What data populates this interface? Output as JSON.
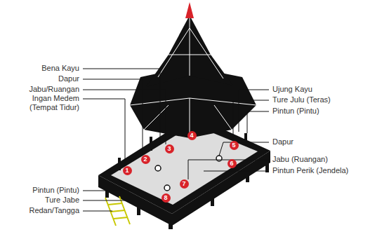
{
  "diagram": {
    "labels": [
      "Bena Kayu",
      "Dapur",
      "Jabu/Ruangan",
      "Ingan Medem (Tempat Tidur)",
      "Pintun (Pintu)",
      "Ture Jabe",
      "Redan/Tangga",
      "Ujung Kayu",
      "Ture Julu (Teras)",
      "Pintun (Pintu)",
      "Dapur",
      "Jabu (Ruangan)",
      "Pintun Perik (Jendela)",
      "1",
      "2",
      "3",
      "4",
      "5",
      "6",
      "7",
      "8"
    ]
  }
}
